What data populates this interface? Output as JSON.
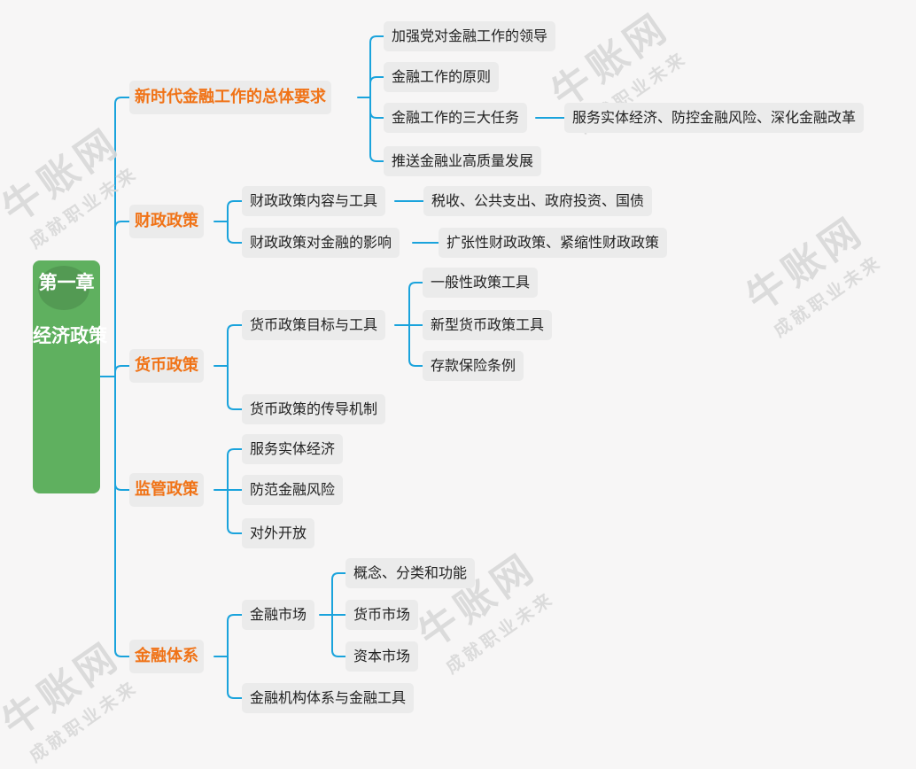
{
  "watermark": {
    "brand": "牛账网",
    "slogan": "成就职业未来"
  },
  "root": {
    "label": "第一章\n\n经济政策"
  },
  "branches": [
    {
      "label": "新时代金融工作的总体要求",
      "children": [
        {
          "label": "加强党对金融工作的领导"
        },
        {
          "label": "金融工作的原则"
        },
        {
          "label": "金融工作的三大任务",
          "children": [
            {
              "label": "服务实体经济、防控金融风险、深化金融改革"
            }
          ]
        },
        {
          "label": "推送金融业高质量发展"
        }
      ]
    },
    {
      "label": "财政政策",
      "children": [
        {
          "label": "财政政策内容与工具",
          "children": [
            {
              "label": "税收、公共支出、政府投资、国债"
            }
          ]
        },
        {
          "label": "财政政策对金融的影响",
          "children": [
            {
              "label": "扩张性财政政策、紧缩性财政政策"
            }
          ]
        }
      ]
    },
    {
      "label": "货币政策",
      "children": [
        {
          "label": "货币政策目标与工具",
          "children": [
            {
              "label": "一般性政策工具"
            },
            {
              "label": "新型货币政策工具"
            },
            {
              "label": "存款保险条例"
            }
          ]
        },
        {
          "label": "货币政策的传导机制"
        }
      ]
    },
    {
      "label": "监管政策",
      "children": [
        {
          "label": "服务实体经济"
        },
        {
          "label": "防范金融风险"
        },
        {
          "label": "对外开放"
        }
      ]
    },
    {
      "label": "金融体系",
      "children": [
        {
          "label": "金融市场",
          "children": [
            {
              "label": "概念、分类和功能"
            },
            {
              "label": "货币市场"
            },
            {
              "label": "资本市场"
            }
          ]
        },
        {
          "label": "金融机构体系与金融工具"
        }
      ]
    }
  ],
  "colors": {
    "line": "#1aa3dc",
    "root": "#5fb05f",
    "branch_text": "#f07317",
    "node_bg": "#ebebeb"
  }
}
